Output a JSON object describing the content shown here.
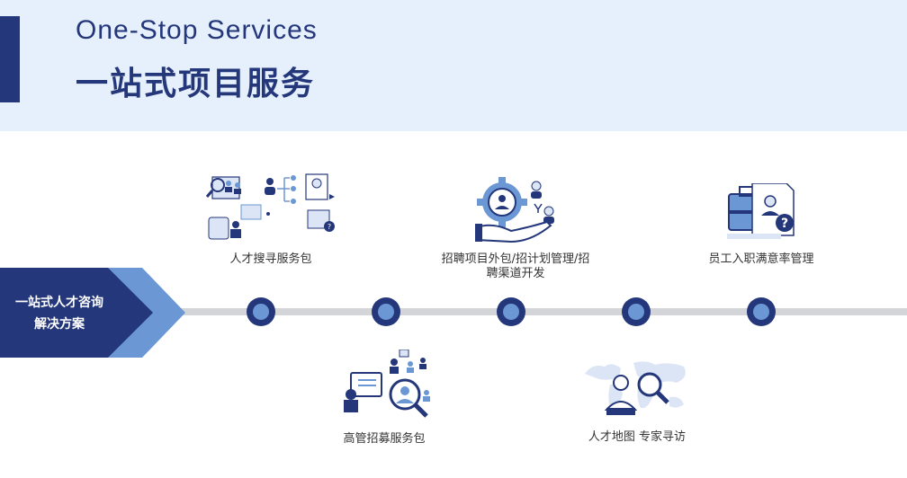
{
  "header": {
    "title_en": "One-Stop Services",
    "title_cn": "一站式项目服务"
  },
  "solution": {
    "line1": "一站式人才咨询",
    "line2": "解决方案"
  },
  "services_top": [
    {
      "label": "人才搜寻服务包",
      "icon": "talent-search-icon"
    },
    {
      "label_line1": "招聘项目外包/招计划管理/招",
      "label_line2": "聘渠道开发",
      "icon": "recruitment-gear-icon"
    },
    {
      "label": "员工入职满意率管理",
      "icon": "onboarding-briefcase-icon"
    }
  ],
  "services_bottom": [
    {
      "label": "高管招募服务包",
      "icon": "executive-search-icon"
    },
    {
      "label": "人才地图 专家寻访",
      "icon": "talent-map-icon"
    }
  ],
  "colors": {
    "navy": "#24377a",
    "light_blue": "#6b97d4",
    "header_bg": "#e6effc",
    "line_gray": "#d4d5d8"
  }
}
